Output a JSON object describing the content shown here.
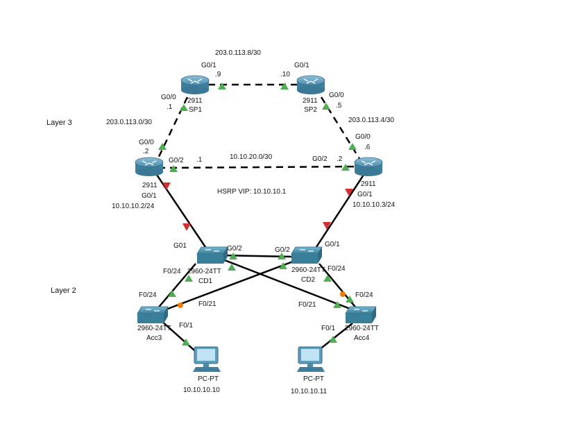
{
  "colors": {
    "link": "#000000",
    "up": "#4caf50",
    "down": "#d32f2f",
    "blocking": "#f57c00",
    "router": "#5a9ab8",
    "switch": "#3f8fa8",
    "pc": "#6aa8c4"
  },
  "zones": {
    "layer3": "Layer 3",
    "layer2": "Layer 2"
  },
  "networks": {
    "sp_link": "203.0.113.8/30",
    "sp1_r1": "203.0.113.0/30",
    "sp2_r2": "203.0.113.4/30",
    "r1_r2": "10.10.20.0/30",
    "hsrp": "HSRP VIP: 10.10.10.1"
  },
  "devices": {
    "sp1": {
      "model": "2911",
      "name": "SP1",
      "icon": "router-icon"
    },
    "sp2": {
      "model": "2911",
      "name": "SP2",
      "icon": "router-icon"
    },
    "r1": {
      "model": "2911",
      "ip": "10.10.10.2/24",
      "icon": "router-icon"
    },
    "r2": {
      "model": "2911",
      "ip": "10.10.10.3/24",
      "icon": "router-icon"
    },
    "cd1": {
      "model": "2960-24TT",
      "name": "CD1",
      "icon": "switch-icon"
    },
    "cd2": {
      "model": "2960-24TT",
      "name": "CD2",
      "icon": "switch-icon"
    },
    "acc3": {
      "model": "2960-24TT",
      "name": "Acc3",
      "icon": "switch-icon"
    },
    "acc4": {
      "model": "2960-24TT",
      "name": "Acc4",
      "icon": "switch-icon"
    },
    "pc1": {
      "model": "PC-PT",
      "ip": "10.10.10.10",
      "icon": "pc-icon"
    },
    "pc2": {
      "model": "PC-PT",
      "ip": "10.10.10.11",
      "icon": "pc-icon"
    }
  },
  "ports": {
    "sp1_g01": "G0/1",
    "sp1_g01_ip": ".9",
    "sp2_g01": "G0/1",
    "sp2_g01_ip": ".10",
    "sp1_g00": "G0/0",
    "sp1_g00_ip": ".1",
    "sp2_g00": "G0/0",
    "sp2_g00_ip": ".5",
    "r1_g00": "G0/0",
    "r1_g00_ip": ".2",
    "r2_g00": "G0/0",
    "r2_g00_ip": ".6",
    "r1_g02": "G0/2",
    "r1_g02_ip": ".1",
    "r2_g02": "G0/2",
    "r2_g02_ip": ".2",
    "r1_g01": "G0/1",
    "r2_g01": "G0/1",
    "cd1_g01": "G01",
    "cd2_g01": "G0/1",
    "cd1_g02": "G0/2",
    "cd2_g02": "G0/2",
    "cd1_f024": "F0/24",
    "cd2_f024": "F0/24",
    "acc3_f024": "F0/24",
    "acc4_f024": "F0/24",
    "acc3_f021": "F0/21",
    "acc4_f021": "F0/21",
    "acc3_f01": "F0/1",
    "acc4_f01": "F0/1"
  }
}
